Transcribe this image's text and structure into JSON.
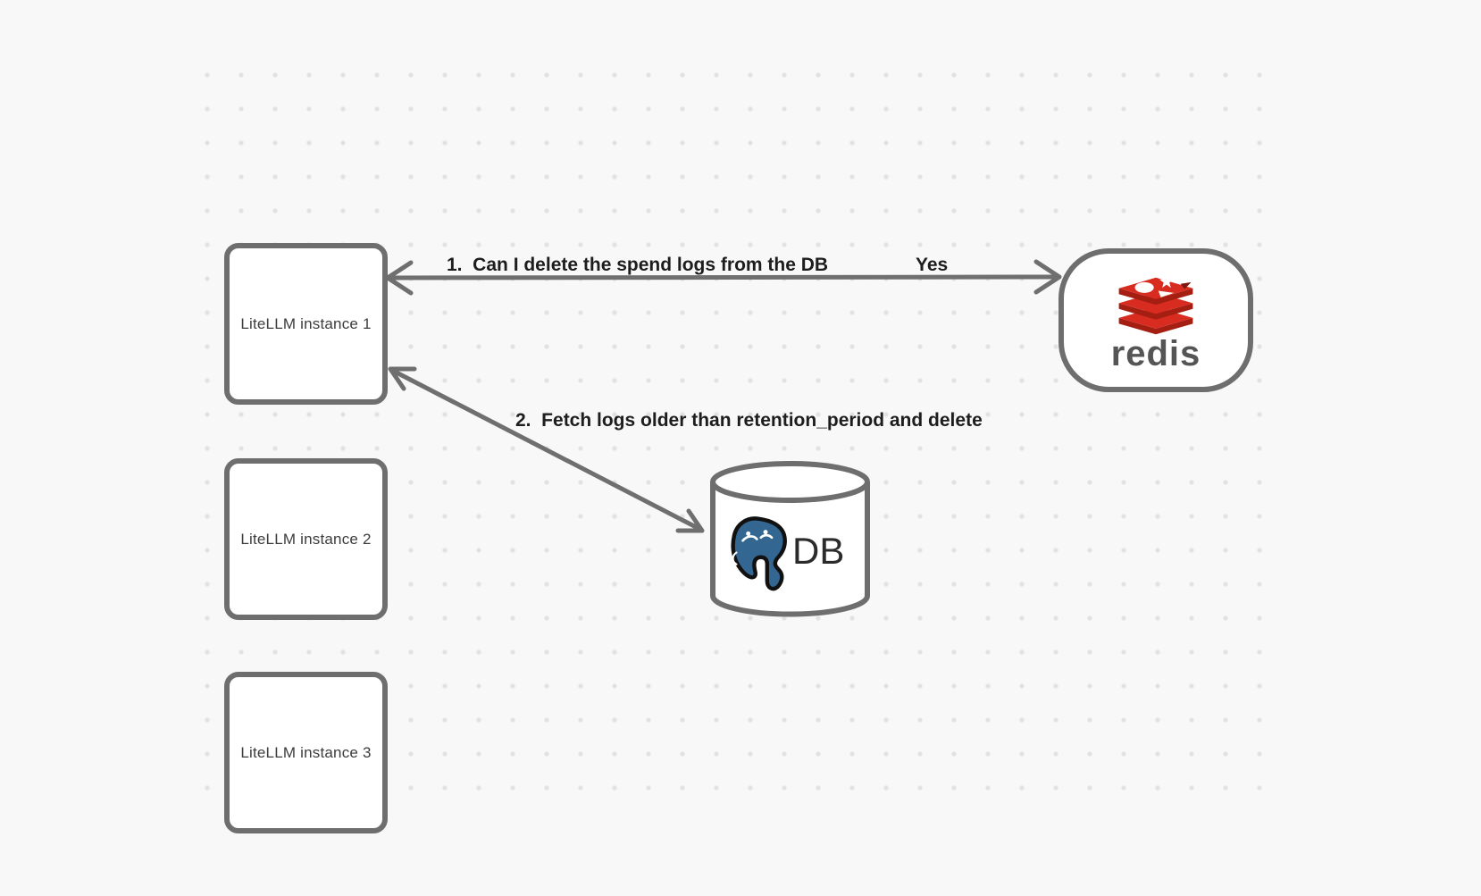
{
  "diagram": {
    "instances": [
      {
        "label": "LiteLLM instance 1"
      },
      {
        "label": "LiteLLM instance 2"
      },
      {
        "label": "LiteLLM instance 3"
      }
    ],
    "redis": {
      "wordmark": "redis"
    },
    "database": {
      "label": "DB"
    },
    "edges": {
      "redis_check": {
        "label": "1.  Can I delete the spend logs from the DB",
        "response": "Yes"
      },
      "db_fetch": {
        "label": "2.  Fetch logs older than retention_period and delete"
      }
    },
    "colors": {
      "background": "#f8f8f8",
      "grid_dot": "#e2e2e2",
      "shape_stroke": "#6e6e6e",
      "arrow": "#6f6f6f",
      "label_text": "#1d1d1d",
      "redis_red": "#d82c20",
      "redis_red_dark": "#a41e11",
      "redis_wordmark": "#555555",
      "postgres_blue": "#336791"
    }
  }
}
